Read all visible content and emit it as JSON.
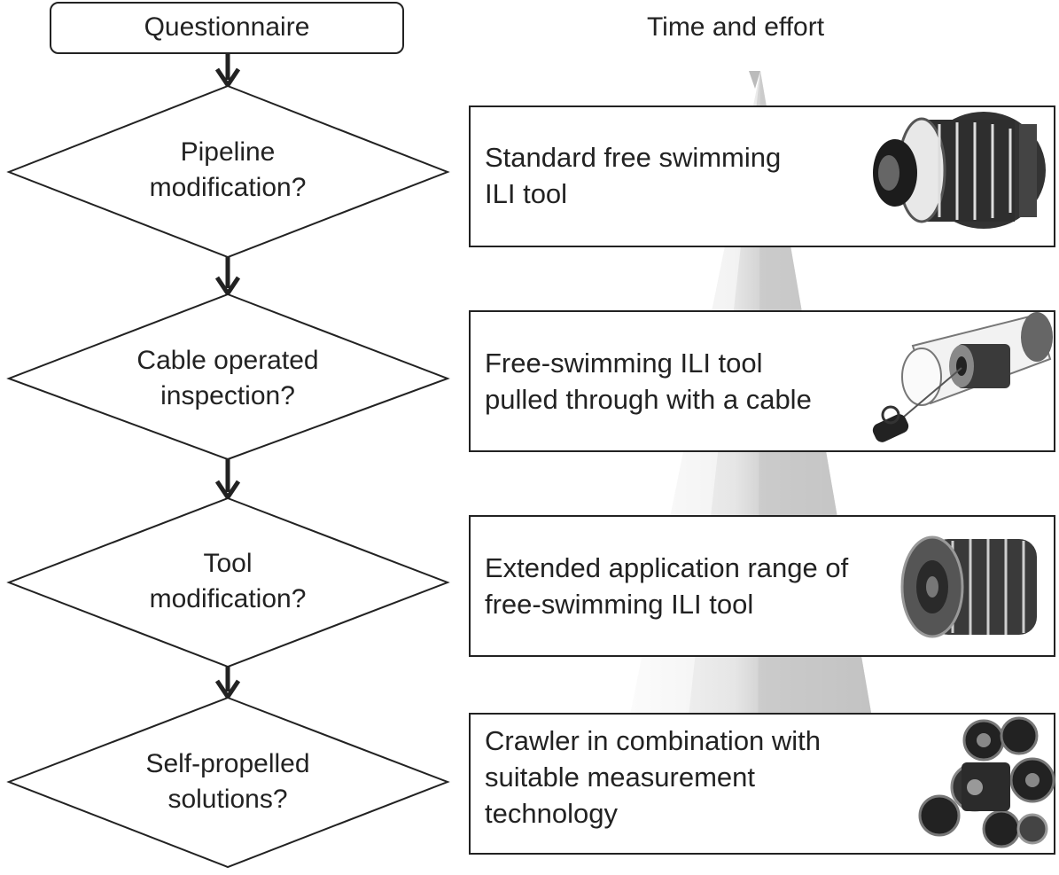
{
  "header": {
    "start_label": "Questionnaire",
    "axis_label": "Time and effort"
  },
  "decisions": [
    {
      "lines": [
        "Pipeline",
        "modification?"
      ]
    },
    {
      "lines": [
        "Cable operated",
        "inspection?"
      ]
    },
    {
      "lines": [
        "Tool",
        "modification?"
      ]
    },
    {
      "lines": [
        "Self-propelled",
        "solutions?"
      ]
    }
  ],
  "outcomes": [
    {
      "lines": [
        "Standard free swimming",
        "ILI tool"
      ],
      "picture": "ili-pig-tool-icon"
    },
    {
      "lines": [
        "Free-swimming ILI tool",
        "pulled through with a cable"
      ],
      "picture": "cable-pulled-tool-icon"
    },
    {
      "lines": [
        "Extended application range of",
        "free-swimming ILI tool"
      ],
      "picture": "cylindrical-tool-icon"
    },
    {
      "lines": [
        "Crawler in combination with",
        "suitable measurement",
        "technology"
      ],
      "picture": "crawler-robot-icon"
    }
  ],
  "colors": {
    "stroke": "#222222",
    "wedge_light": "#f2f2f2",
    "wedge_dark": "#c8c8c8"
  }
}
